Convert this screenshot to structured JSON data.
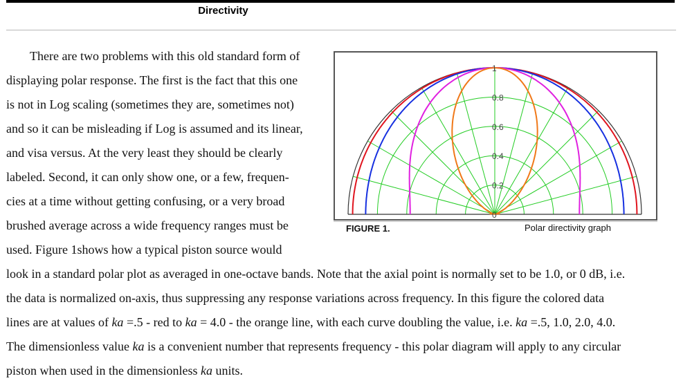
{
  "header": {
    "title": "Directivity"
  },
  "paragraph_left": {
    "first_line": "There are two problems with this old standard form of",
    "lines": [
      "displaying polar response. The first is the fact that this one",
      "is not in Log scaling (sometimes they are, sometimes not)",
      "and so it can be misleading if Log is assumed and its linear,",
      "and visa versus. At the very least they should be clearly",
      "labeled. Second, it can only show one, or a few, frequen-",
      "cies at a time without getting confusing, or a very broad",
      "brushed average across a wide frequency ranges must be",
      "used. Figure 1shows how a typical piston source would"
    ]
  },
  "paragraph_full": {
    "line1": "look in a standard polar plot as averaged in one-octave bands. Note that the axial point is normally set to be 1.0, or 0 dB, i.e.",
    "line2": "the data is normalized on-axis, thus suppressing any response variations across frequency. In this figure the colored data",
    "line3": [
      {
        "t": "lines are at values of ",
        "i": false
      },
      {
        "t": "ka",
        "i": true
      },
      {
        "t": " =.5 - red to ",
        "i": false
      },
      {
        "t": "ka",
        "i": true
      },
      {
        "t": " = 4.0 - the orange line, with each curve doubling the value, i.e. ",
        "i": false
      },
      {
        "t": "ka",
        "i": true
      },
      {
        "t": " =.5, 1.0, 2.0, 4.0.",
        "i": false
      }
    ],
    "line4": [
      {
        "t": "The dimensionless value ",
        "i": false
      },
      {
        "t": "ka",
        "i": true
      },
      {
        "t": " is a convenient number that represents frequency - this polar diagram will apply to any circular",
        "i": false
      }
    ],
    "line5": [
      {
        "t": "piston when used in the dimensionless ",
        "i": false
      },
      {
        "t": "ka",
        "i": true
      },
      {
        "t": " units.",
        "i": false
      }
    ]
  },
  "figure": {
    "label": "FIGURE 1.",
    "description": "Polar directivity graph"
  },
  "chart_data": {
    "type": "polar-line",
    "r_ticks": [
      "0",
      "0.2",
      "0.4",
      "0.6",
      "0.8",
      "1"
    ],
    "r_range": [
      0,
      1
    ],
    "theta_range_deg": [
      -90,
      90
    ],
    "spoke_step_deg": 15,
    "grid": true,
    "series": [
      {
        "ka": 0.5,
        "color": "#e0141e"
      },
      {
        "ka": 1.0,
        "color": "#1630e0"
      },
      {
        "ka": 2.0,
        "color": "#e020e0"
      },
      {
        "ka": 4.0,
        "color": "#f07818"
      }
    ]
  }
}
